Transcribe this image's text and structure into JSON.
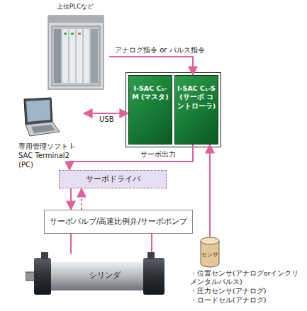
{
  "diagram": {
    "nodes": [
      {
        "text": [
          "上位PLCなど"
        ]
      },
      {
        "text": [
          "I-SAC C₁-M (マスタ)"
        ]
      },
      {
        "text": [
          "I-SAC C₁-S (サーボ コントローラ)"
        ]
      },
      {
        "text": [
          "専用管理ソフト I-SAC Terminal2 (PC)"
        ]
      },
      {
        "text": [
          "サーボドライバ"
        ]
      },
      {
        "text": [
          "サーボバルブ/高速比例弁/サーボポンプ"
        ]
      },
      {
        "text": [
          "シリンダ"
        ]
      },
      {
        "text": [
          "センサ"
        ]
      }
    ],
    "edges": [
      {
        "from": 0,
        "to": 2,
        "label": "アナログ指令 or パルス指令",
        "arrow": "to"
      },
      {
        "from": 3,
        "to": 1,
        "label": "USB",
        "arrow": "both"
      },
      {
        "from": 2,
        "to": 4,
        "label": "サーボ出力",
        "arrow": "to"
      },
      {
        "from": 4,
        "to": 5,
        "arrow": "to"
      },
      {
        "from": 5,
        "to": 4,
        "arrow": "to"
      },
      {
        "from": 5,
        "to": 6,
        "arrow": "none"
      },
      {
        "from": 5,
        "to": 6,
        "arrow": "none"
      },
      {
        "from": 7,
        "to": 2,
        "arrow": "to"
      }
    ],
    "labels": [
      "・位置センサ(アナログorインクリメンタルパルス)",
      "・圧力センサ(アナログ)",
      "・ロードセル(アナログ)"
    ]
  }
}
